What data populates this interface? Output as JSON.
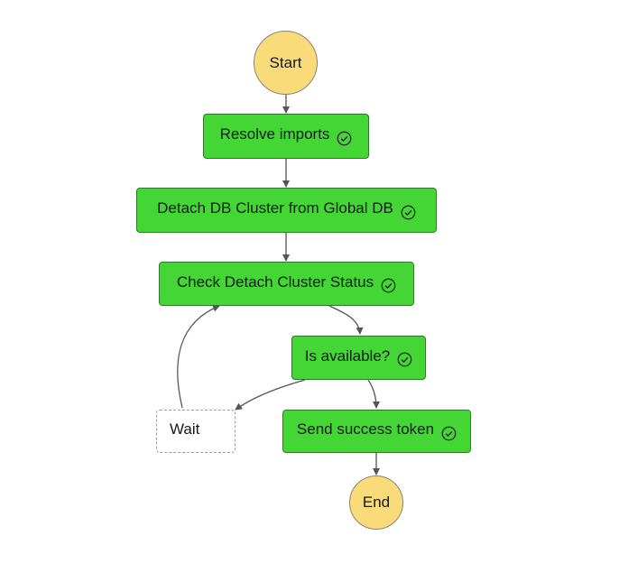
{
  "diagram": {
    "start": {
      "label": "Start"
    },
    "end": {
      "label": "End"
    },
    "states": {
      "resolve_imports": {
        "label": "Resolve imports",
        "status": "succeeded"
      },
      "detach_db_cluster": {
        "label": "Detach DB Cluster from Global DB",
        "status": "succeeded"
      },
      "check_detach_status": {
        "label": "Check Detach Cluster Status",
        "status": "succeeded"
      },
      "is_available": {
        "label": "Is available?",
        "status": "succeeded"
      },
      "wait": {
        "label": "Wait",
        "status": "not-run"
      },
      "send_success_token": {
        "label": "Send success token",
        "status": "succeeded"
      }
    },
    "transitions": [
      [
        "start",
        "resolve_imports"
      ],
      [
        "resolve_imports",
        "detach_db_cluster"
      ],
      [
        "detach_db_cluster",
        "check_detach_status"
      ],
      [
        "check_detach_status",
        "is_available"
      ],
      [
        "is_available",
        "wait"
      ],
      [
        "is_available",
        "send_success_token"
      ],
      [
        "wait",
        "check_detach_status"
      ],
      [
        "send_success_token",
        "end"
      ]
    ],
    "colors": {
      "succeeded_fill": "#44d634",
      "terminal_fill": "#fadb7a",
      "not_run_fill": "#ffffff",
      "edge": "#555555"
    }
  }
}
